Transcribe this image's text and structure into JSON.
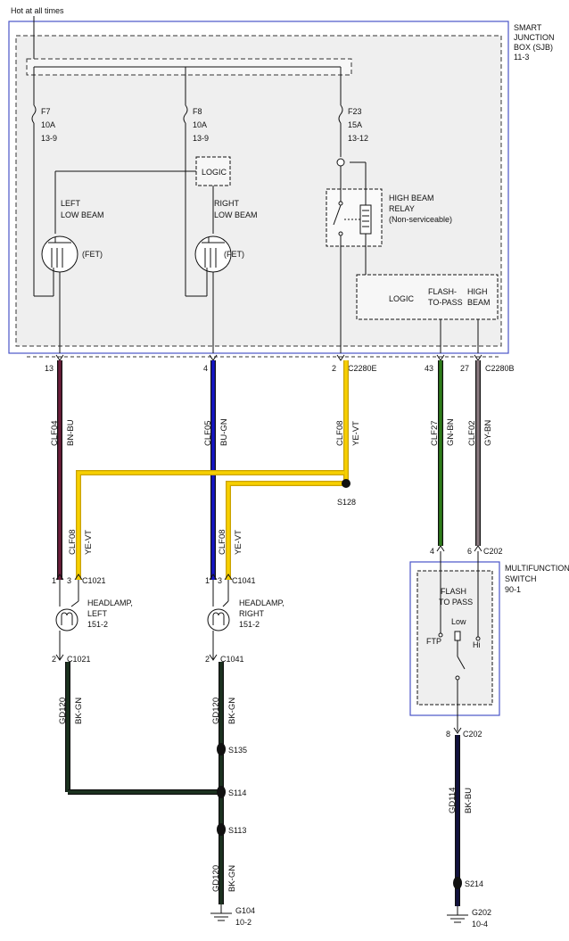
{
  "hot_label": "Hot at all times",
  "sjb": {
    "line1": "SMART",
    "line2": "JUNCTION",
    "line3": "BOX (SJB)",
    "line4": "11-3"
  },
  "fuses": [
    {
      "name": "F7",
      "amps": "10A",
      "ref": "13-9"
    },
    {
      "name": "F8",
      "amps": "10A",
      "ref": "13-9"
    },
    {
      "name": "F23",
      "amps": "15A",
      "ref": "13-12"
    }
  ],
  "logic_label": "LOGIC",
  "left_low_beam": {
    "line1": "LEFT",
    "line2": "LOW BEAM",
    "fet": "(FET)"
  },
  "right_low_beam": {
    "line1": "RIGHT",
    "line2": "LOW BEAM",
    "fet": "(FET)"
  },
  "relay": {
    "line1": "HIGH BEAM",
    "line2": "RELAY",
    "line3": "(Non-serviceable)"
  },
  "logic_box": {
    "logic": "LOGIC",
    "ftp1": "FLASH-",
    "ftp2": "TO-PASS",
    "hb1": "HIGH",
    "hb2": "BEAM"
  },
  "pins_top": {
    "p13": "13",
    "p4": "4",
    "p2": "2",
    "c2280e": "C2280E",
    "p43": "43",
    "p27": "27",
    "c2280b": "C2280B"
  },
  "wires": {
    "clf04": {
      "circuit": "CLF04",
      "color": "BN-BU",
      "hex": "#6b1d3a"
    },
    "clf05": {
      "circuit": "CLF05",
      "color": "BU-GN",
      "hex": "#1515c8"
    },
    "clf08": {
      "circuit": "CLF08",
      "color": "YE-VT",
      "hex": "#f2c200"
    },
    "clf27": {
      "circuit": "CLF27",
      "color": "GN-BN",
      "hex": "#2e7d1a"
    },
    "clf02": {
      "circuit": "CLF02",
      "color": "GY-BN",
      "hex": "#8a7a80"
    },
    "gd120": {
      "circuit": "GD120",
      "color": "BK-GN",
      "hex": "#1c3320"
    },
    "gd114": {
      "circuit": "GD114",
      "color": "BK-BU",
      "hex": "#121240"
    }
  },
  "splices": {
    "s128": "S128",
    "s135": "S135",
    "s114": "S114",
    "s113": "S113",
    "s214": "S214"
  },
  "headlamp_left": {
    "pin1": "1",
    "pin3": "3",
    "conn_top": "C1021",
    "line1": "HEADLAMP,",
    "line2": "LEFT",
    "ref": "151-2",
    "pin2": "2",
    "conn_bottom": "C1021"
  },
  "headlamp_right": {
    "pin1": "1",
    "pin3": "3",
    "conn_top": "C1041",
    "line1": "HEADLAMP,",
    "line2": "RIGHT",
    "ref": "151-2",
    "pin2": "2",
    "conn_bottom": "C1041"
  },
  "mfs": {
    "pin4": "4",
    "pin6": "6",
    "conn": "C202",
    "line1": "MULTIFUNCTION",
    "line2": "SWITCH",
    "ref": "90-1",
    "ftp1": "FLASH",
    "ftp2": "TO PASS",
    "low": "Low",
    "ftp": "FTP",
    "hi": "Hi",
    "pin8": "8",
    "conn_bottom": "C202"
  },
  "grounds": {
    "g104": {
      "name": "G104",
      "ref": "10-2"
    },
    "g202": {
      "name": "G202",
      "ref": "10-4"
    }
  }
}
